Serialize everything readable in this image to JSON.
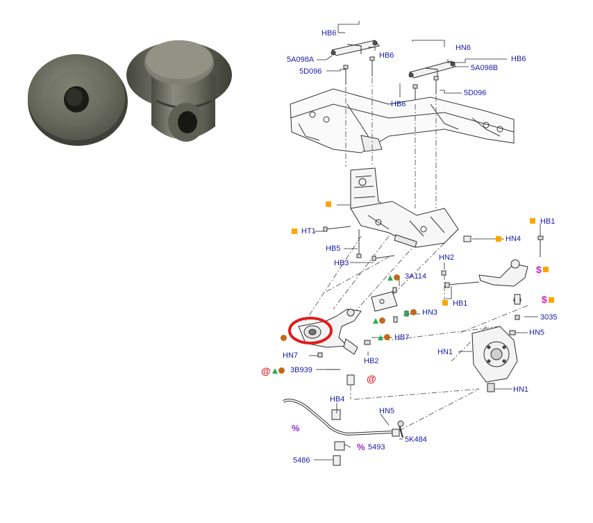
{
  "photo": {
    "items": [
      "bushing-front-view",
      "bushing-side-view"
    ]
  },
  "diagram": {
    "labels": {
      "hb6_top": "HB6",
      "hb6_left2": "HB6",
      "hn6": "HN6",
      "hb6_right": "HB6",
      "p5a098a": "5A098A",
      "p5a098b": "5A098B",
      "p5d096_left": "5D096",
      "p5d096_right": "5D096",
      "hb6_lower": "HB6",
      "ht1": "HT1",
      "hb1_top": "HB1",
      "hn4": "HN4",
      "hb5": "HB5",
      "hb3": "HB3",
      "hn2": "HN2",
      "p3a114": "3A114",
      "hb1_mid": "HB1",
      "hn3": "HN3",
      "p3035": "3035",
      "hb7": "HB7",
      "hn5_top": "HN5",
      "hn7": "HN7",
      "hb2": "HB2",
      "hn1_top": "HN1",
      "p3b939": "3B939",
      "hn1_bottom": "HN1",
      "hb4": "HB4",
      "hn5_bottom": "HN5",
      "p5493": "5493",
      "p5k484": "5K484",
      "p5486": "5486"
    },
    "symbols": {
      "at": "@",
      "dollar": "$",
      "percent": "%"
    },
    "colors": {
      "label": "#1a1aa8",
      "square_marker": "#ffa500",
      "triangle_marker": "#22b14c",
      "dot_marker": "#c06a1a",
      "at_marker": "#e0202a",
      "dollar_marker": "#d020c0",
      "percent_marker": "#9a28c8",
      "highlight_circle": "#e01c1c"
    },
    "highlight": "circled-lower-arm-bushing"
  }
}
